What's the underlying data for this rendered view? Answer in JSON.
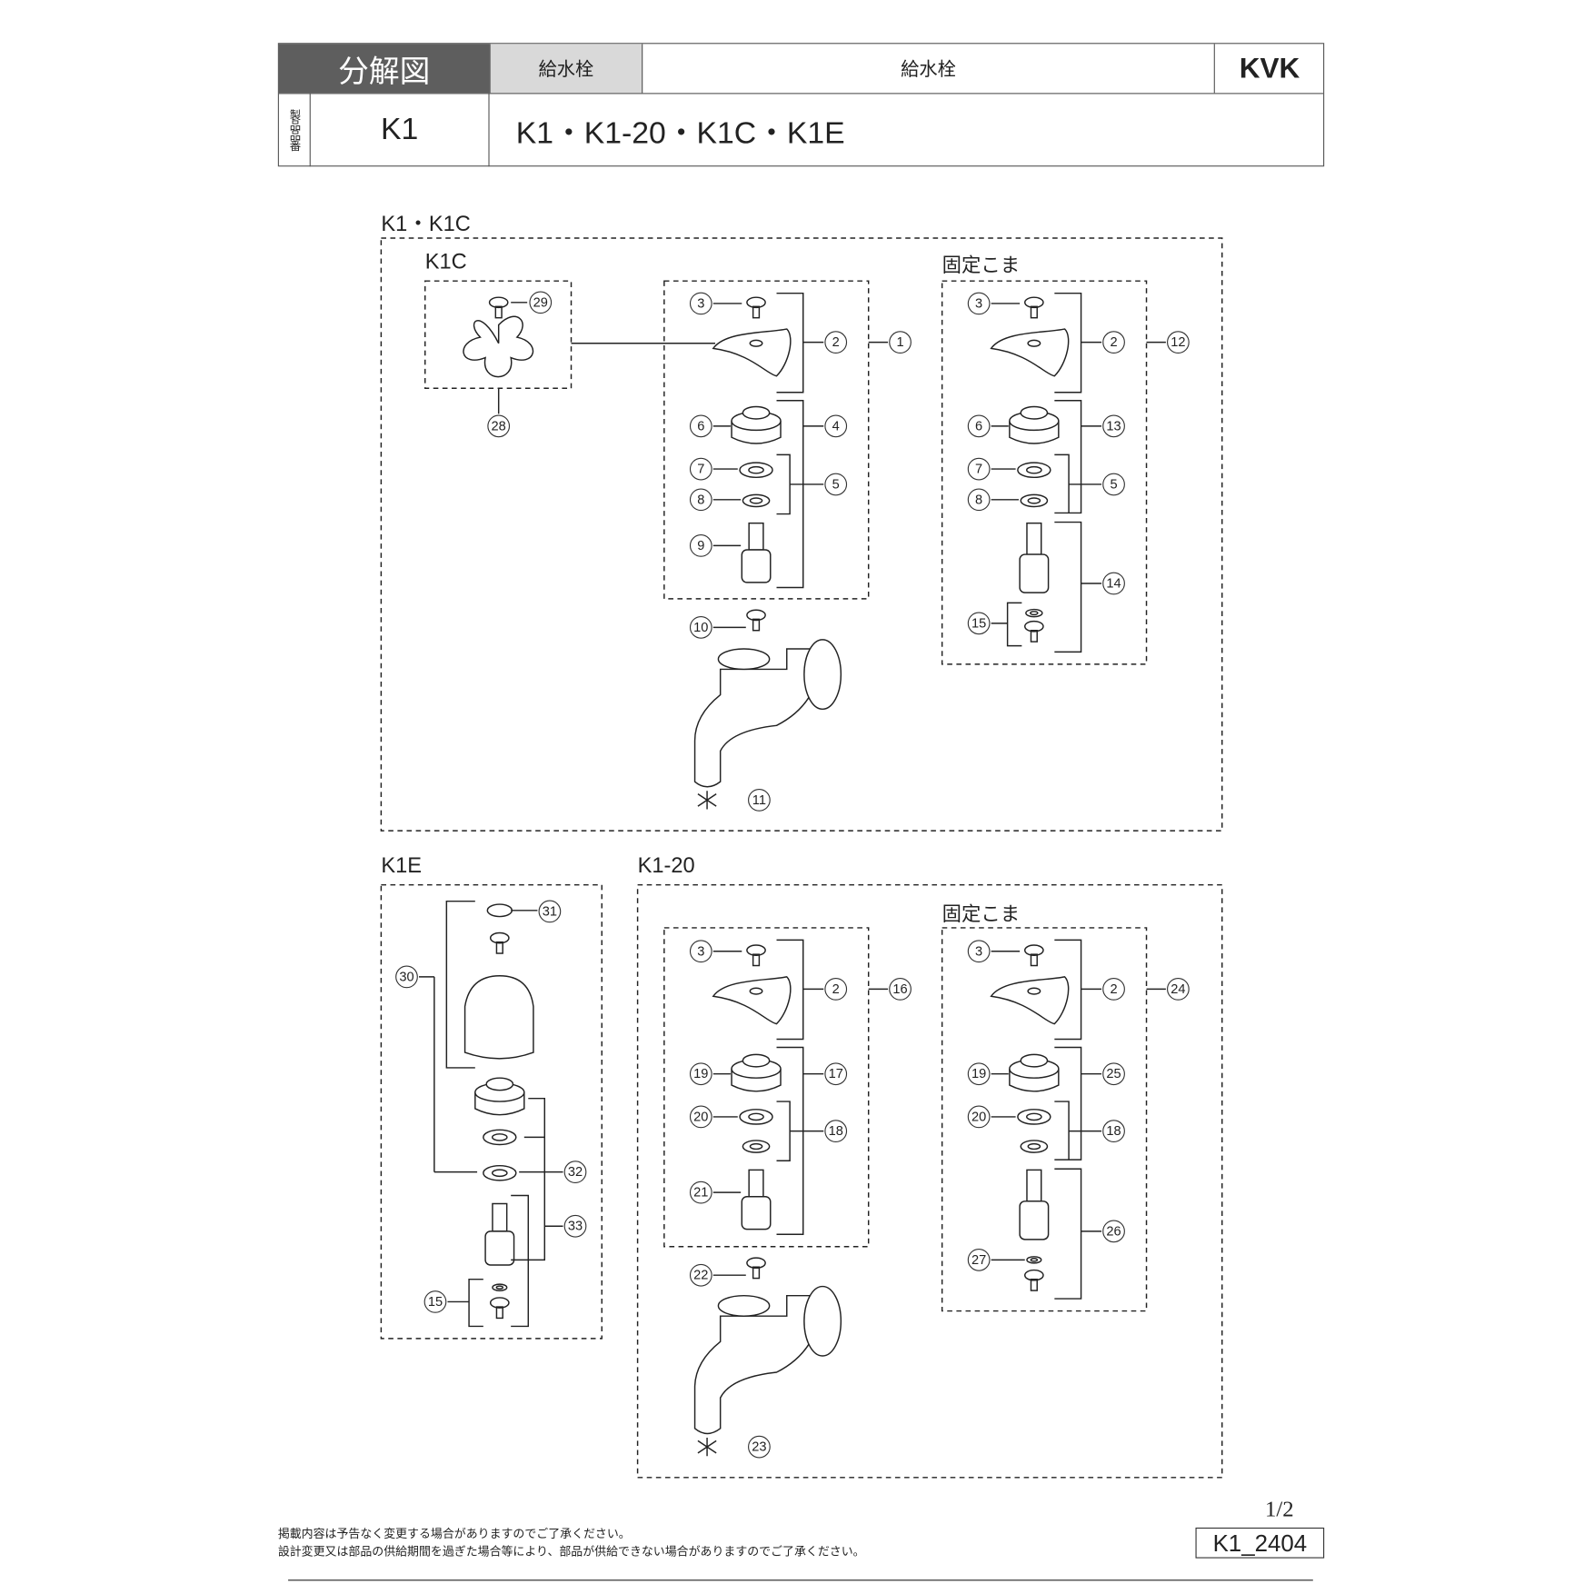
{
  "header": {
    "title": "分解図",
    "category_short": "給水栓",
    "category": "給水栓",
    "brand": "KVK",
    "product_no_label": "製品品番",
    "product_no": "K1",
    "models": "K1・K1-20・K1C・K1E"
  },
  "sections": {
    "k1_k1c": "K1・K1C",
    "k1c": "K1C",
    "fixed_koma_1": "固定こま",
    "k1e": "K1E",
    "k1_20": "K1-20",
    "fixed_koma_2": "固定こま"
  },
  "callouts": {
    "k1c": [
      "29",
      "28"
    ],
    "k1_main": [
      "3",
      "2",
      "1",
      "6",
      "4",
      "7",
      "5",
      "8",
      "9",
      "10",
      "11"
    ],
    "k1_koma": [
      "3",
      "2",
      "12",
      "6",
      "13",
      "7",
      "5",
      "8",
      "14",
      "15"
    ],
    "k1e": [
      "31",
      "30",
      "32",
      "33",
      "15"
    ],
    "k120_main": [
      "3",
      "2",
      "16",
      "19",
      "17",
      "20",
      "18",
      "21",
      "22",
      "23"
    ],
    "k120_koma": [
      "3",
      "2",
      "24",
      "19",
      "25",
      "20",
      "18",
      "26",
      "27"
    ]
  },
  "footer": {
    "note1": "掲載内容は予告なく変更する場合がありますのでご了承ください。",
    "note2": "設計変更又は部品の供給期間を過ぎた場合等により、部品が供給できない場合がありますのでご了承ください。",
    "page": "1/2",
    "doc_code": "K1_2404"
  }
}
